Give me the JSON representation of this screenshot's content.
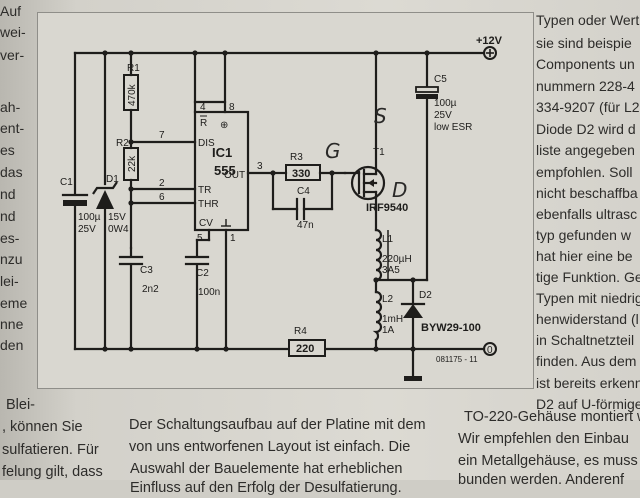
{
  "left_column": [
    "Auf",
    "wei-",
    "ver-",
    "ah-",
    "ent-",
    "es",
    "das",
    "nd",
    "nd",
    "es-",
    "nzu",
    "lei-",
    "eme",
    "nne",
    "den"
  ],
  "right_column": [
    "Typen oder Wert",
    "sie sind beispie",
    "Components un",
    "nummern 228-4",
    "334-9207 (für L2",
    "Diode D2 wird d",
    "liste angegeben",
    "empfohlen. Soll",
    "nicht beschaffba",
    "ebenfalls ultrasc",
    "typ gefunden w",
    "hat hier eine be",
    "tige Funktion. Ge",
    "Typen mit niedrig",
    "henwiderstand (l",
    "in Schaltnetzteil",
    "finden. Aus dem",
    "ist bereits erkenn",
    "D2 auf U-förmige"
  ],
  "bottom_left": [
    "Blei-",
    ", können Sie",
    "sulfatieren. Für",
    "felung gilt, dass"
  ],
  "bottom_middle": [
    "Der Schaltungsaufbau auf der Platine mit dem",
    "von uns entworfenen Layout ist einfach. Die",
    "Auswahl der Bauelemente hat erheblichen",
    "Einfluss auf den Erfolg der Desulfatierung."
  ],
  "bottom_right": [
    "TO-220-Gehäuse montiert w",
    "Wir empfehlen den Einbau",
    "ein Metallgehäuse, es muss",
    "bunden werden. Anderenf"
  ],
  "schematic": {
    "supply": "+12V",
    "ground": "0",
    "figure_id": "081175 - 11",
    "components": {
      "C1": {
        "ref": "C1",
        "value": "100µ",
        "value2": "25V"
      },
      "D1": {
        "ref": "D1",
        "value": "15V",
        "value2": "0W4"
      },
      "R1": {
        "ref": "R1",
        "value": "470k"
      },
      "R2": {
        "ref": "R2",
        "value": "22k"
      },
      "C3": {
        "ref": "C3",
        "value": "2n2"
      },
      "C2": {
        "ref": "C2",
        "value": "100n"
      },
      "IC1": {
        "ref": "IC1",
        "value": "555",
        "pins": {
          "reset": "R",
          "dis": "DIS",
          "tr": "TR",
          "thr": "THR",
          "out": "OUT",
          "cv": "CV"
        },
        "pin_numbers": [
          "4",
          "8",
          "7",
          "2",
          "6",
          "3",
          "5",
          "1"
        ]
      },
      "R3": {
        "ref": "R3",
        "value": "330"
      },
      "C4": {
        "ref": "C4",
        "value": "47n"
      },
      "T1": {
        "ref": "T1",
        "value": "IRF9540"
      },
      "C5": {
        "ref": "C5",
        "value": "100µ",
        "value2": "25V",
        "value3": "low ESR"
      },
      "L1": {
        "ref": "L1",
        "value": "220µH",
        "value2": "3A5"
      },
      "L2": {
        "ref": "L2",
        "value": "1mH",
        "value2": "1A"
      },
      "D2": {
        "ref": "D2",
        "value": "BYW29-100"
      },
      "R4": {
        "ref": "R4",
        "value": "220"
      }
    },
    "handwritten": {
      "gate": "G",
      "source": "S",
      "drain": "D"
    }
  }
}
